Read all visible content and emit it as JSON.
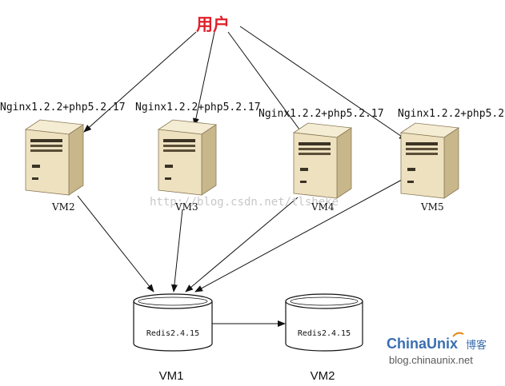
{
  "user_label": "用户",
  "colors": {
    "user_label": "#e0202a",
    "line": "#111111",
    "server_front": "#ede1c0",
    "server_side": "#c9b78c",
    "server_top": "#f5ecd4",
    "watermark": "#c8c8c8",
    "logo_blue": "#3a6fb0",
    "logo_orange": "#e8861a"
  },
  "web_servers": [
    {
      "name": "VM2",
      "software": "Nginx1.2.2+php5.2.17"
    },
    {
      "name": "VM3",
      "software": "Nginx1.2.2+php5.2.17"
    },
    {
      "name": "VM4",
      "software": "Nginx1.2.2+php5.2.17"
    },
    {
      "name": "VM5",
      "software": "Nginx1.2.2+php5.2"
    }
  ],
  "redis_nodes": [
    {
      "name": "VM1",
      "label": "Redis2.4.15"
    },
    {
      "name": "VM2",
      "label": "Redis2.4.15"
    }
  ],
  "watermark_text": "http://blog.csdn.net/tlsheke",
  "logo": {
    "brand": "ChinaUnix",
    "suffix": "博客",
    "url": "blog.chinaunix.net"
  }
}
